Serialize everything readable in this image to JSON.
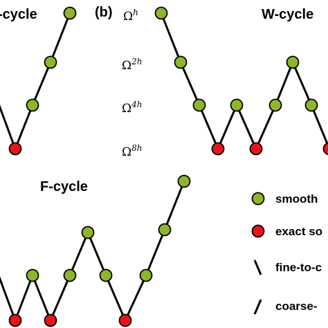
{
  "panels": {
    "v_cycle_title_fragment": "-cycle",
    "w_cycle_title": "W-cycle",
    "f_cycle_title": "F-cycle",
    "panel_b_label": "(b)"
  },
  "levels": [
    {
      "base": "Ω",
      "sup": "h"
    },
    {
      "base": "Ω",
      "sup": "2h"
    },
    {
      "base": "Ω",
      "sup": "4h"
    },
    {
      "base": "Ω",
      "sup": "8h"
    }
  ],
  "legend": {
    "smooth_label": "smooth",
    "exact_label": "exact so",
    "fine_to_coarse_label": "fine-to-c",
    "coarse_to_fine_label": "coarse-"
  },
  "colors": {
    "smooth": "#8db62b",
    "exact": "#e8141c",
    "line": "#000000"
  }
}
